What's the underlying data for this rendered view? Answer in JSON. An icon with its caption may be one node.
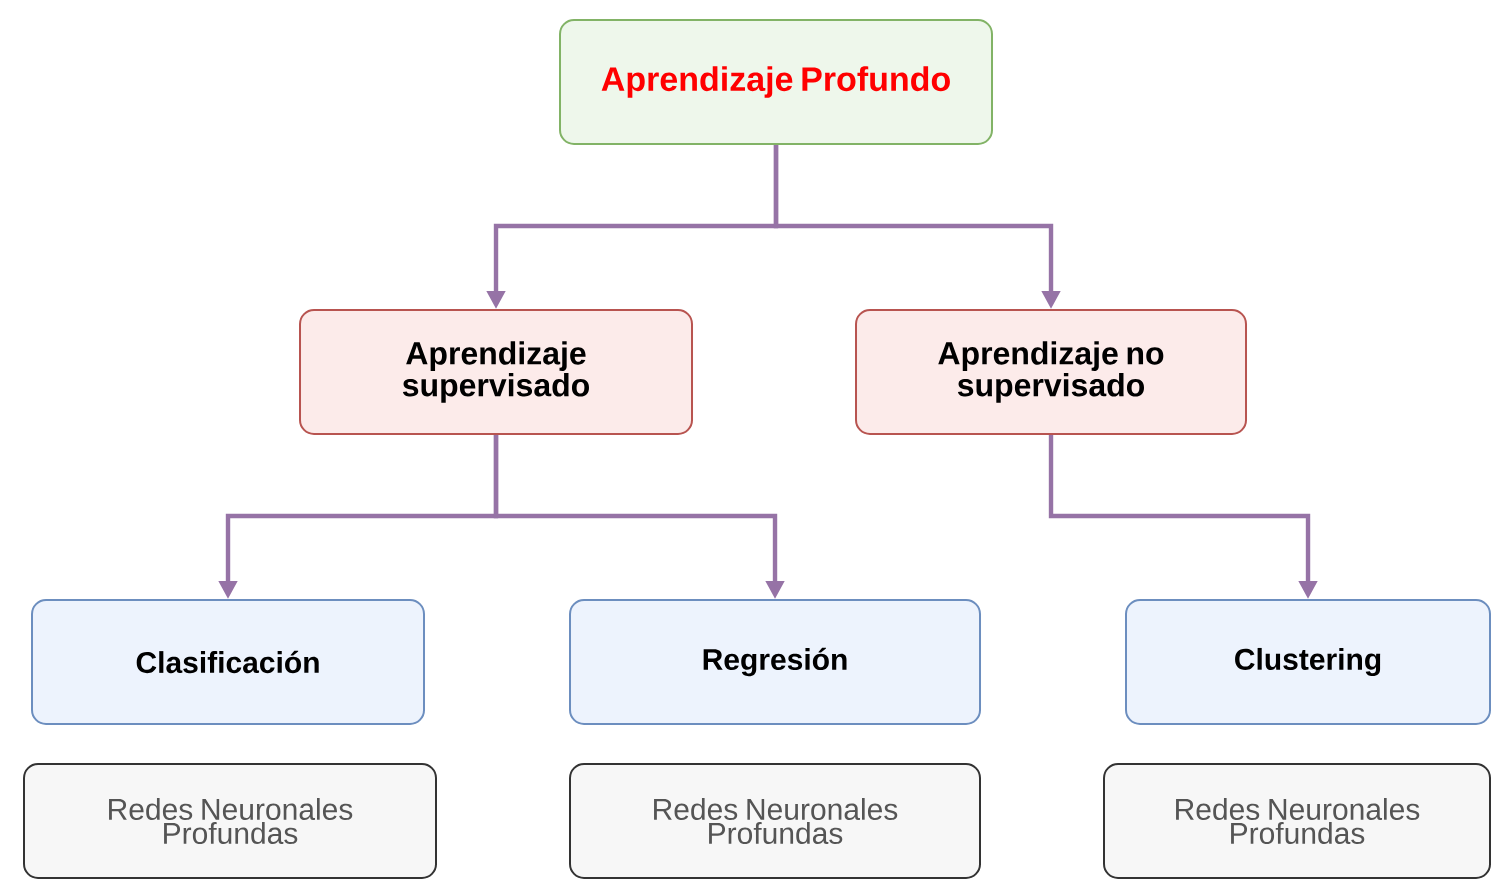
{
  "diagram": {
    "nodes": [
      {
        "text": [
          "Aprendizaje Profundo"
        ]
      },
      {
        "text": [
          "Aprendizaje supervisado"
        ]
      },
      {
        "text": [
          "Aprendizaje no supervisado"
        ]
      },
      {
        "text": [
          "Clasificación"
        ]
      },
      {
        "text": [
          "Regresión"
        ]
      },
      {
        "text": [
          "Clustering"
        ]
      },
      {
        "text": [
          "Redes Neuronales Profundas"
        ]
      },
      {
        "text": [
          "Redes Neuronales Profundas"
        ]
      },
      {
        "text": [
          "Redes Neuronales Profundas"
        ]
      }
    ],
    "edges": [
      {
        "from": 0,
        "to": 1,
        "arrow": "to"
      },
      {
        "from": 0,
        "to": 2,
        "arrow": "to"
      },
      {
        "from": 1,
        "to": 3,
        "arrow": "to"
      },
      {
        "from": 1,
        "to": 4,
        "arrow": "to"
      },
      {
        "from": 2,
        "to": 5,
        "arrow": "to"
      }
    ]
  }
}
